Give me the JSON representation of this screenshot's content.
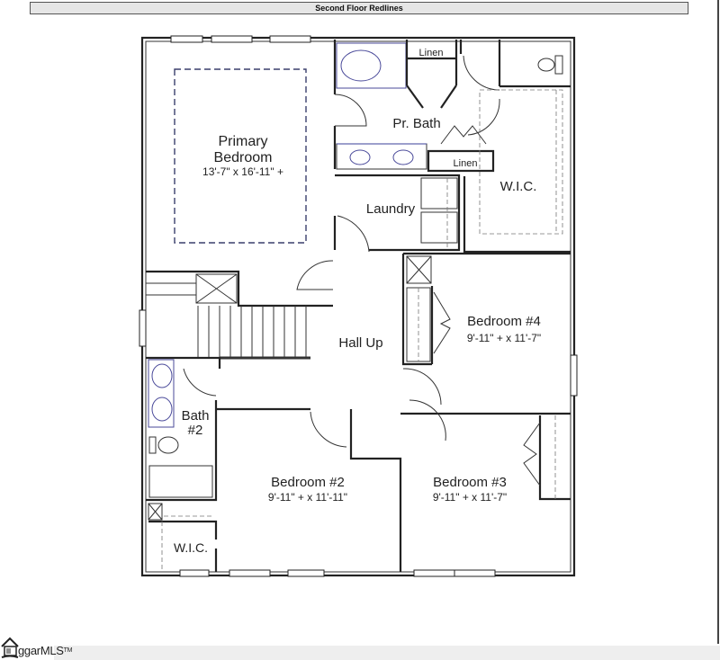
{
  "header": {
    "title": "Second Floor Redlines"
  },
  "footer": {
    "logo_text": "ggarMLS",
    "logo_tm": "TM"
  },
  "plan": {
    "rooms": {
      "primary_bedroom": {
        "name_line1": "Primary",
        "name_line2": "Bedroom",
        "dims": "13'-7\" x 16'-11\" +"
      },
      "pr_bath": {
        "name": "Pr. Bath"
      },
      "linen_top": {
        "name": "Linen"
      },
      "linen_bottom": {
        "name": "Linen"
      },
      "wic_primary": {
        "name": "W.I.C."
      },
      "laundry": {
        "name": "Laundry"
      },
      "hall": {
        "name": "Hall Up"
      },
      "bedroom4": {
        "name": "Bedroom #4",
        "dims": "9'-11\" + x 11'-7\""
      },
      "bath2": {
        "name_line1": "Bath",
        "name_line2": "#2"
      },
      "bedroom2": {
        "name": "Bedroom #2",
        "dims": "9'-11\" + x 11'-11\""
      },
      "bedroom3": {
        "name": "Bedroom #3",
        "dims": "9'-11\" + x 11'-7\""
      },
      "wic_bath2": {
        "name": "W.I.C."
      }
    }
  }
}
